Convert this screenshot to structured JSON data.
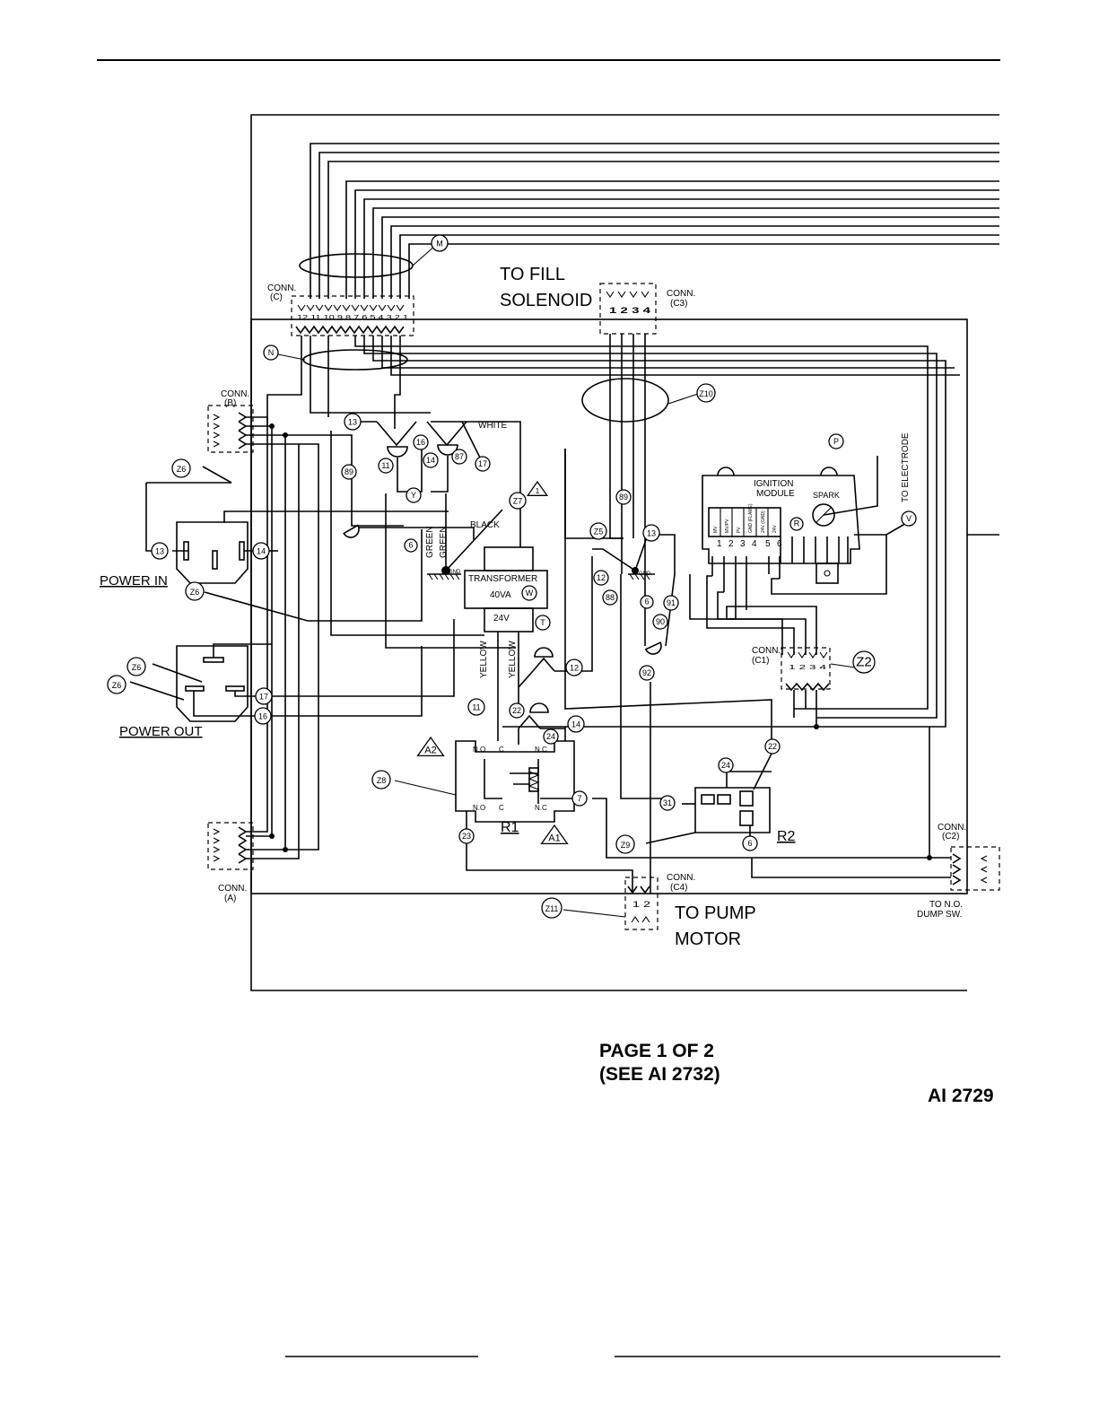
{
  "labels": {
    "to_fill": "TO FILL",
    "solenoid": "SOLENOID",
    "power_in": "POWER IN",
    "power_out": "POWER OUT",
    "to_pump": "TO PUMP",
    "motor": "MOTOR",
    "transformer": "TRANSFORMER",
    "va": "40VA",
    "v24": "24V",
    "ignition": "IGNITION",
    "module": "MODULE",
    "spark": "SPARK",
    "to_electrode": "TO ELECTRODE",
    "white": "WHITE",
    "black": "BLACK",
    "green1": "GREEN",
    "green2": "GREEN",
    "yellow1": "YELLOW",
    "yellow2": "YELLOW",
    "r1": "R1",
    "r2": "R2",
    "to_no": "TO N.O.",
    "dump_sw": "DUMP SW.",
    "relay_no_top": "N.O",
    "relay_c_top": "C",
    "relay_nc_top": "N.C",
    "relay_no_bot": "N.O",
    "relay_c_bot": "C",
    "relay_nc_bot": "N.C",
    "gnd1": "GND",
    "gnd2": "GND"
  },
  "connectors": {
    "c_title": "CONN.",
    "c_id": "(C)",
    "c_pins": "12 11 10 9 8 7 6 5 4 3 2 1",
    "c3_title": "CONN.",
    "c3_id": "(C3)",
    "c3_pins": "1 2 3 4",
    "b_title": "CONN.",
    "b_id": "(B)",
    "a_title": "CONN.",
    "a_id": "(A)",
    "c1_title": "CONN.",
    "c1_id": "(C1)",
    "c1_pins": "1 2 3 4",
    "c2_title": "CONN.",
    "c2_id": "(C2)",
    "c4_title": "CONN.",
    "c4_id": "(C4)",
    "c4_pins": "1 2"
  },
  "module_terminals": [
    "1",
    "2",
    "3",
    "4",
    "5",
    "6"
  ],
  "module_pin_labels": [
    "MV",
    "MV/PV",
    "PV",
    "GND (FLAME)",
    "24V (GND)",
    "24V"
  ],
  "bubbles": {
    "M": "M",
    "N": "N",
    "P": "P",
    "V": "V",
    "W": "W",
    "T": "T",
    "R": "R",
    "Y": "Y",
    "Z10": "Z10",
    "Z6a": "Z6",
    "Z6b": "Z6",
    "Z6c": "Z6",
    "Z6d": "Z6",
    "Z7": "Z7",
    "Z5": "Z5",
    "Z8": "Z8",
    "Z9": "Z9",
    "Z11": "Z11",
    "Z2": "Z2",
    "A1": "A1",
    "A2": "A2",
    "tri1": "1",
    "w13a": "13",
    "w13b": "13",
    "w13c": "13",
    "w14a": "14",
    "w14b": "14",
    "w14c": "14",
    "w16a": "16",
    "w16b": "16",
    "w17a": "17",
    "w17b": "17",
    "w11a": "11",
    "w11b": "11",
    "w87": "87",
    "w89a": "89",
    "w89b": "89",
    "w6a": "6",
    "w6b": "6",
    "w6c": "6",
    "w12a": "12",
    "w12b": "12",
    "w88": "88",
    "w91": "91",
    "w90": "90",
    "w92": "92",
    "w22a": "22",
    "w22b": "22",
    "w24a": "24",
    "w24b": "24",
    "w7": "7",
    "w31": "31",
    "w23": "23"
  },
  "footer": {
    "page": "PAGE 1 OF 2",
    "see": "(SEE AI 2732)",
    "doc_id": "AI 2729"
  }
}
